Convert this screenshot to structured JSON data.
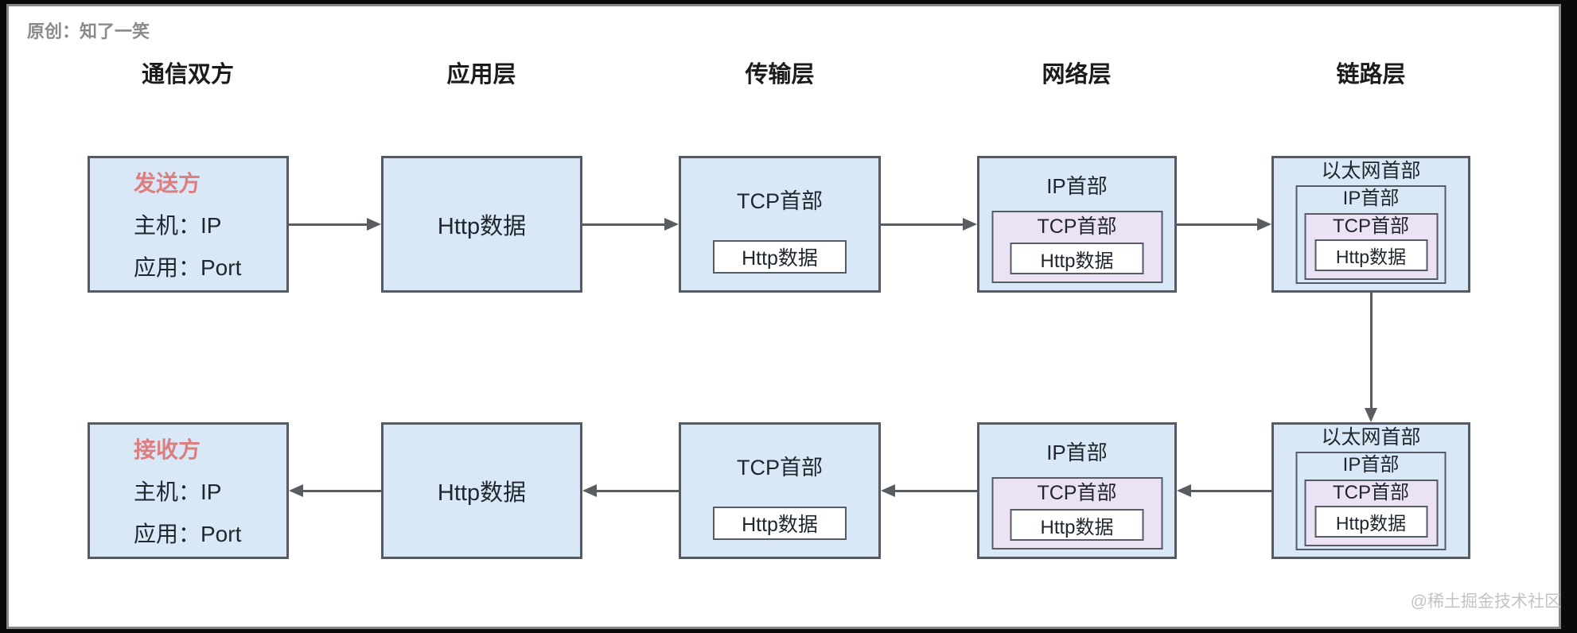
{
  "credit": "原创：知了一笑",
  "watermark": "@稀土掘金技术社区",
  "column_headers": {
    "parties": "通信双方",
    "application": "应用层",
    "transport": "传输层",
    "network": "网络层",
    "link": "链路层"
  },
  "labels": {
    "http_data": "Http数据",
    "tcp_header": "TCP首部",
    "ip_header": "IP首部",
    "ethernet_header": "以太网首部"
  },
  "sender": {
    "title": "发送方",
    "host": "主机：IP",
    "app": "应用：Port"
  },
  "receiver": {
    "title": "接收方",
    "host": "主机：IP",
    "app": "应用：Port"
  },
  "colors": {
    "box_fill": "#d9e8f6",
    "nested_purple_fill": "#ebe3f5",
    "nested_white_fill": "#ffffff",
    "box_border": "#565b63",
    "arrow": "#595d61",
    "accent_red": "#dd7e7e",
    "text": "#20262e",
    "credit_gray": "#8a8a8a",
    "watermark_gray": "#c3c3c3"
  }
}
